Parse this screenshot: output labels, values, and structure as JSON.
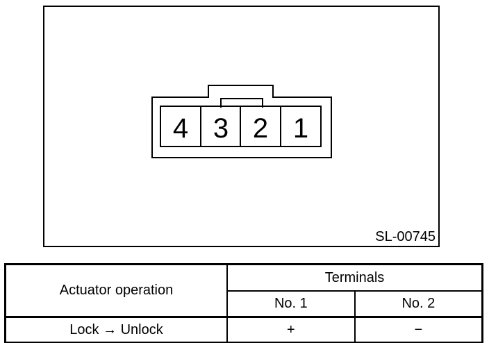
{
  "figure": {
    "code_label": "SL-00745",
    "connector": {
      "terminal_numbers": [
        "4",
        "3",
        "2",
        "1"
      ]
    }
  },
  "table": {
    "headers": {
      "actuator_operation": "Actuator operation",
      "terminals": "Terminals",
      "no1": "No. 1",
      "no2": "No. 2"
    },
    "rows": [
      {
        "operation": "Lock → Unlock",
        "no1": "+",
        "no2": "−"
      }
    ]
  },
  "colors": {
    "line": "#000000",
    "background": "#ffffff",
    "text": "#000000"
  }
}
